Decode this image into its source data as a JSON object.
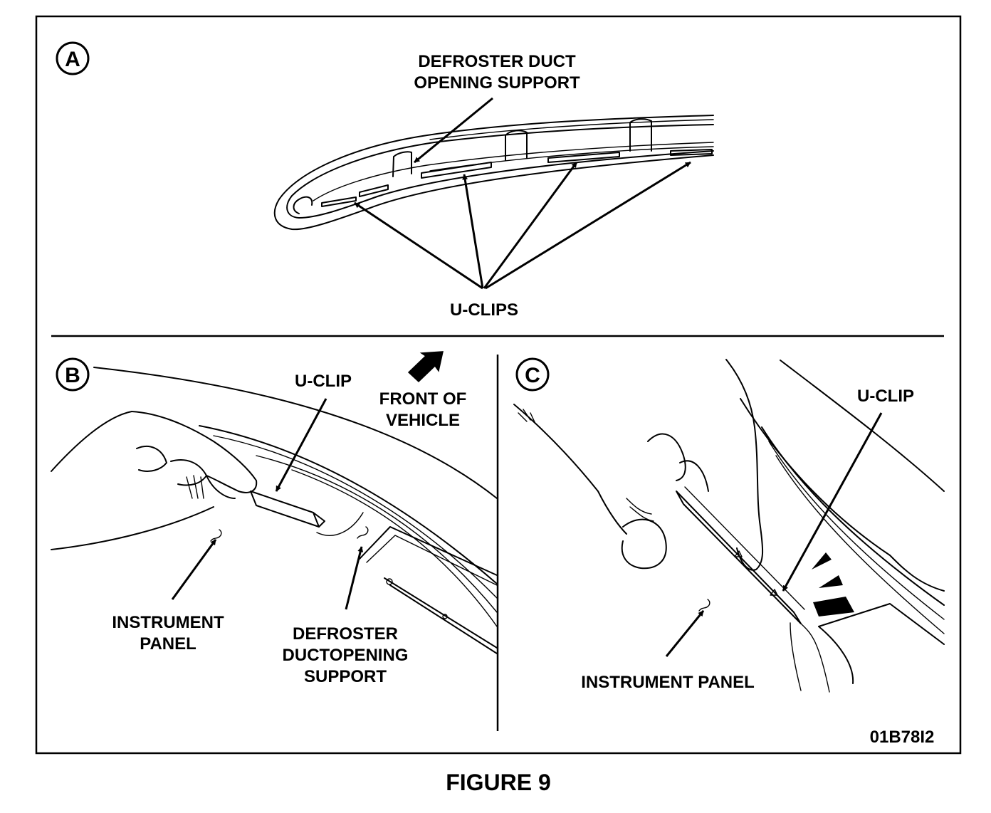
{
  "panel_a": {
    "badge": "A",
    "label_support_line1": "DEFROSTER DUCT",
    "label_support_line2": "OPENING SUPPORT",
    "label_uclips": "U-CLIPS"
  },
  "panel_b": {
    "badge": "B",
    "label_uclip": "U-CLIP",
    "label_front_line1": "FRONT OF",
    "label_front_line2": "VEHICLE",
    "label_instrument_line1": "INSTRUMENT",
    "label_instrument_line2": "PANEL",
    "label_defroster_line1": "DEFROSTER",
    "label_defroster_line2": "DUCTOPENING",
    "label_defroster_line3": "SUPPORT"
  },
  "panel_c": {
    "badge": "C",
    "label_uclip": "U-CLIP",
    "label_instrument": "INSTRUMENT PANEL"
  },
  "figure_code": "01B78I2",
  "caption": "FIGURE 9"
}
